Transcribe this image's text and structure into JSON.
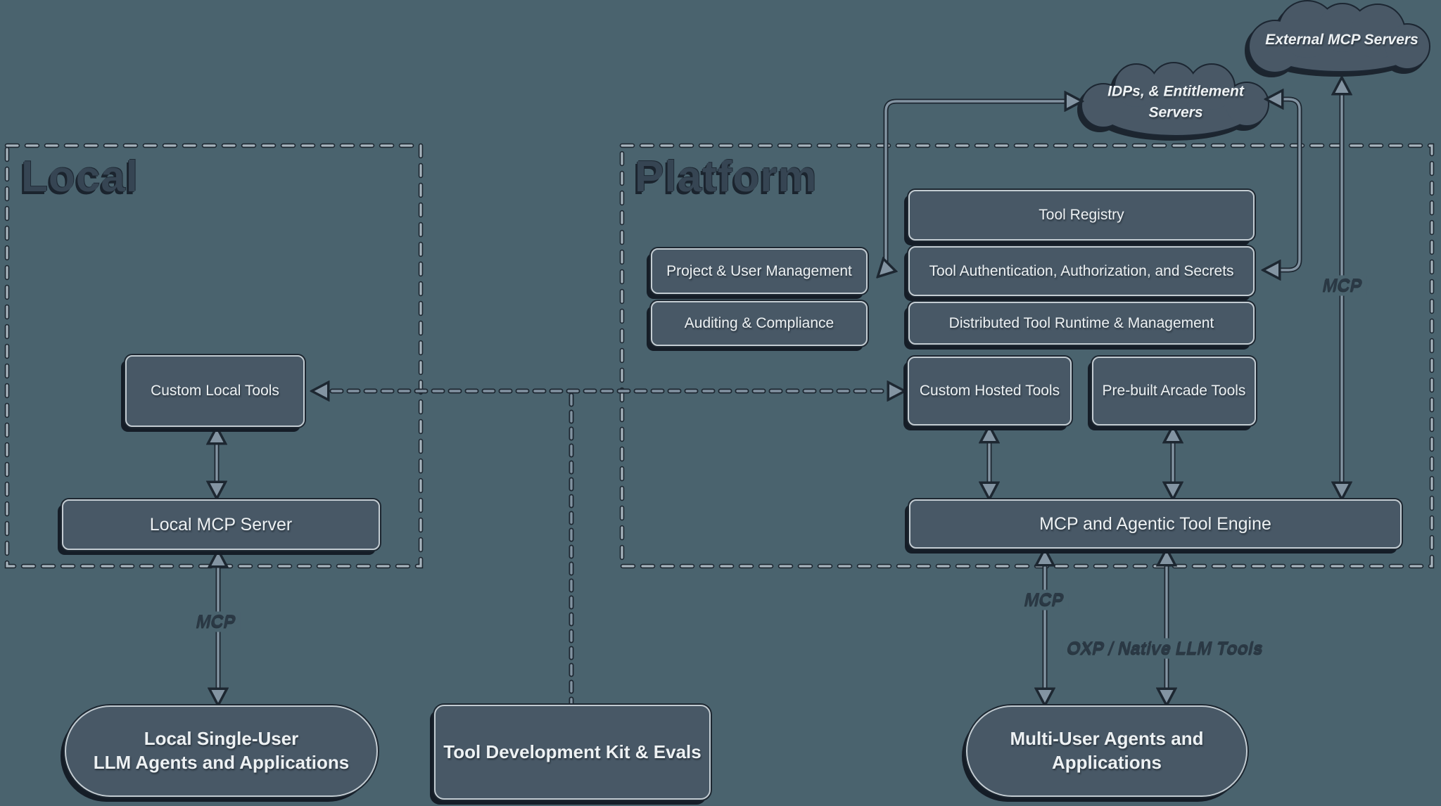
{
  "regions": {
    "local": {
      "title": "Local"
    },
    "platform": {
      "title": "Platform"
    }
  },
  "clouds": {
    "external_mcp": {
      "label": "External MCP Servers"
    },
    "idp": {
      "line1": "IDPs, & Entitlement",
      "line2": "Servers"
    }
  },
  "nodes": {
    "tool_registry": {
      "label": "Tool Registry"
    },
    "tool_auth": {
      "label": "Tool Authentication, Authorization, and Secrets"
    },
    "distributed_runtime": {
      "label": "Distributed Tool Runtime & Management"
    },
    "project_user_mgmt": {
      "label": "Project & User Management"
    },
    "auditing_compliance": {
      "label": "Auditing & Compliance"
    },
    "custom_hosted": {
      "label": "Custom Hosted Tools"
    },
    "prebuilt_arcade": {
      "label": "Pre-built Arcade Tools"
    },
    "custom_local": {
      "label": "Custom Local Tools"
    },
    "local_mcp_server": {
      "label": "Local MCP Server"
    },
    "engine": {
      "label": "MCP and Agentic Tool Engine"
    },
    "local_single_user": {
      "line1": "Local Single-User",
      "line2": "LLM Agents and Applications"
    },
    "tdk": {
      "label": "Tool Development Kit & Evals"
    },
    "multi_user": {
      "line1": "Multi-User Agents and",
      "line2": "Applications"
    }
  },
  "edge_labels": {
    "local_mcp": "MCP",
    "engine_mcp": "MCP",
    "external_mcp": "MCP",
    "oxp": "OXP / Native LLM Tools"
  },
  "colors": {
    "background": "#4a636e",
    "node_fill": "#485866",
    "node_border": "#c3ccd2",
    "outline_dark": "#1d2731",
    "shadow": "#151d27",
    "text_light": "#edf1f3",
    "text_dark": "#2b3945",
    "connector": "#8394a2",
    "dash": "#a7b4bd",
    "title": "#364553"
  }
}
